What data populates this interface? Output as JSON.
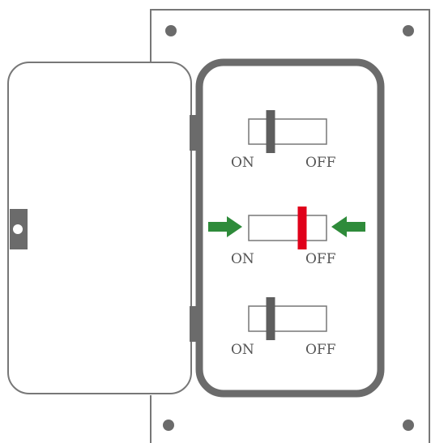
{
  "colors": {
    "outline": "#777777",
    "frame": "#6b6b6b",
    "handle_normal": "#5e5e5e",
    "handle_highlight": "#e0001a",
    "arrow": "#2e8b3a",
    "label": "#555555"
  },
  "switches": [
    {
      "on_label": "ON",
      "off_label": "OFF",
      "position": "on",
      "highlighted": false
    },
    {
      "on_label": "ON",
      "off_label": "OFF",
      "position": "off",
      "highlighted": true
    },
    {
      "on_label": "ON",
      "off_label": "OFF",
      "position": "on",
      "highlighted": false
    }
  ],
  "indicators": {
    "left_arrow_icon": "arrow-right-icon",
    "right_arrow_icon": "arrow-left-icon"
  }
}
